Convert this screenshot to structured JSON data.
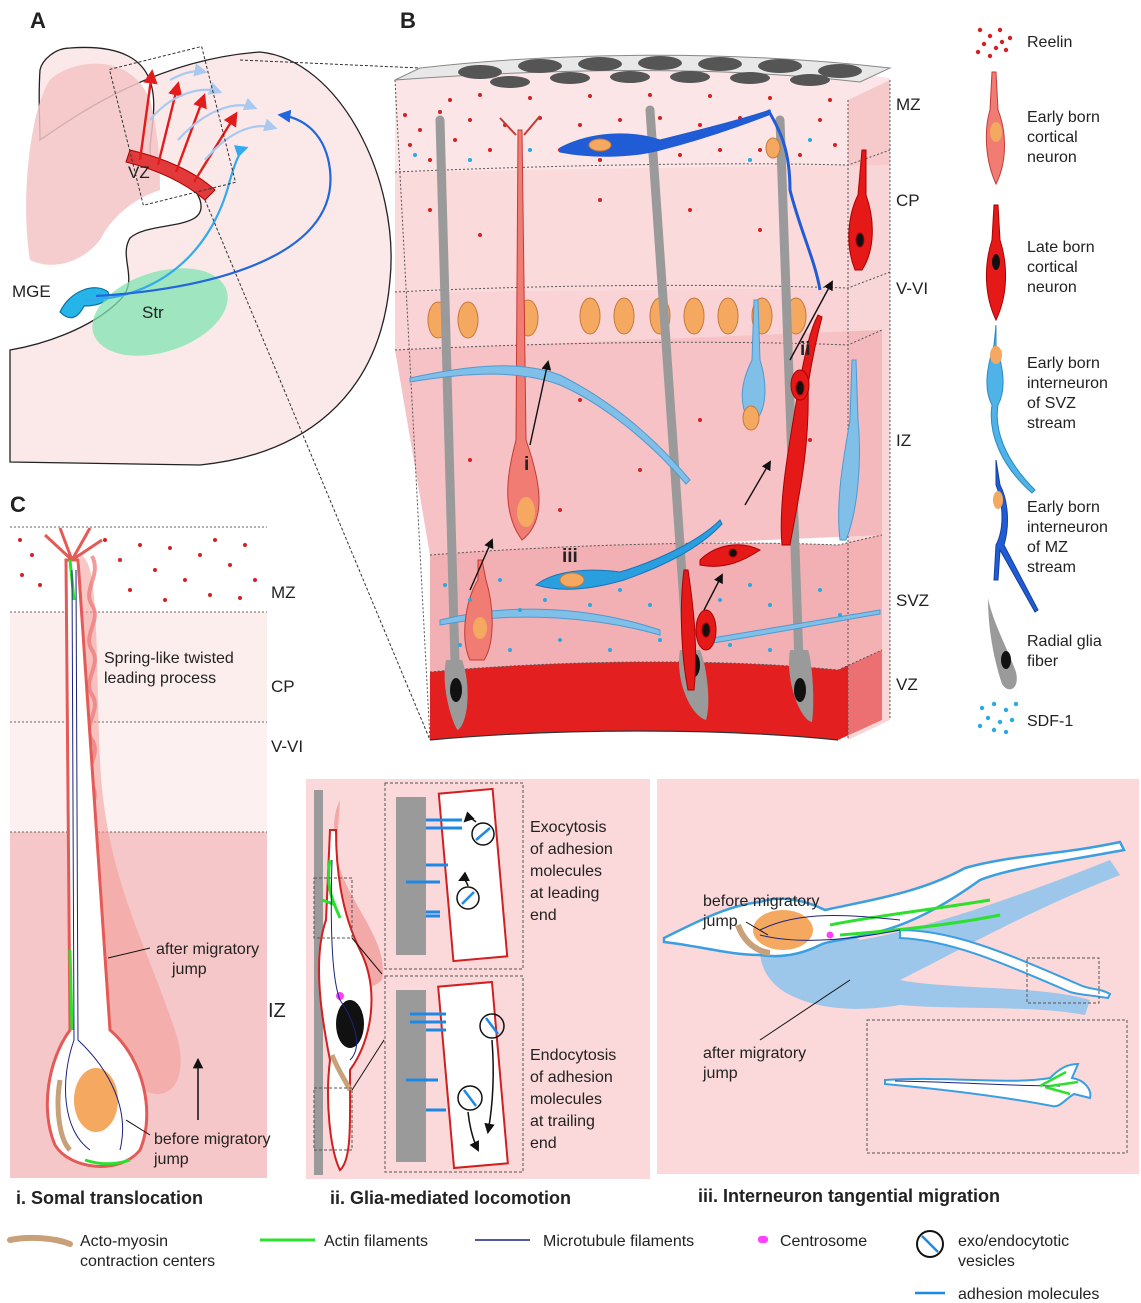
{
  "panels": {
    "a": "A",
    "b": "B",
    "c": "C"
  },
  "panel_a": {
    "vz": "VZ",
    "mge": "MGE",
    "str": "Str"
  },
  "panel_b": {
    "zones": {
      "mz": "MZ",
      "cp": "CP",
      "vvi": "V-VI",
      "iz": "IZ",
      "svz": "SVZ",
      "vz": "VZ"
    },
    "modes": {
      "i": "i",
      "ii": "ii",
      "iii": "iii"
    }
  },
  "legend_right": [
    {
      "lines": [
        "Reelin"
      ],
      "icon": "reelin-dots-icon",
      "color": "#d42020"
    },
    {
      "lines": [
        "Early born",
        "cortical",
        "neuron"
      ],
      "icon": "early-cortical-neuron-icon",
      "color": "#f07c74"
    },
    {
      "lines": [
        "Late born",
        "cortical",
        "neuron"
      ],
      "icon": "late-cortical-neuron-icon",
      "color": "#e61919"
    },
    {
      "lines": [
        "Early born",
        "interneuron",
        "of SVZ",
        "stream"
      ],
      "icon": "svz-interneuron-icon",
      "color": "#4fb3e8"
    },
    {
      "lines": [
        "Early born",
        "interneuron",
        "of MZ",
        "stream"
      ],
      "icon": "mz-interneuron-icon",
      "color": "#1f5cd6"
    },
    {
      "lines": [
        "Radial glia",
        "fiber"
      ],
      "icon": "radial-glia-icon",
      "color": "#9a9a9a"
    },
    {
      "lines": [
        "SDF-1"
      ],
      "icon": "sdf1-dots-icon",
      "color": "#27a9e1"
    }
  ],
  "panel_c": {
    "zones": {
      "mz": "MZ",
      "cp": "CP",
      "vvi": "V-VI",
      "iz": "IZ"
    },
    "spring": [
      "Spring-like twisted",
      "leading process"
    ],
    "after": [
      "after migratory",
      "jump"
    ],
    "before": [
      "before migratory",
      "jump"
    ]
  },
  "panel_ii": {
    "exo": [
      "Exocytosis",
      "of adhesion",
      "molecules",
      "at leading",
      "end"
    ],
    "endo": [
      "Endocytosis",
      "of adhesion",
      "molecules",
      "at trailing",
      "end"
    ]
  },
  "panel_iii": {
    "before": [
      "before migratory",
      "jump"
    ],
    "after": [
      "after migratory",
      "jump"
    ]
  },
  "captions": {
    "i": "i. Somal translocation",
    "ii": "ii. Glia-mediated locomotion",
    "iii": "iii. Interneuron tangential migration"
  },
  "legend_bottom": [
    {
      "lines": [
        "Acto-myosin",
        "contraction centers"
      ],
      "icon": "actomyosin-icon",
      "color": "#c8a07a"
    },
    {
      "lines": [
        "Actin filaments"
      ],
      "icon": "actin-icon",
      "color": "#2ee02e"
    },
    {
      "lines": [
        "Microtubule filaments"
      ],
      "icon": "microtubule-icon",
      "color": "#1a237e"
    },
    {
      "lines": [
        "Centrosome"
      ],
      "icon": "centrosome-icon",
      "color": "#ff40ff"
    },
    {
      "lines": [
        "exo/endocytotic",
        "vesicles"
      ],
      "icon": "vesicle-icon",
      "color": "#111111"
    },
    {
      "lines": [
        "adhesion molecules"
      ],
      "icon": "adhesion-molecule-icon",
      "color": "#1e88e5"
    }
  ]
}
